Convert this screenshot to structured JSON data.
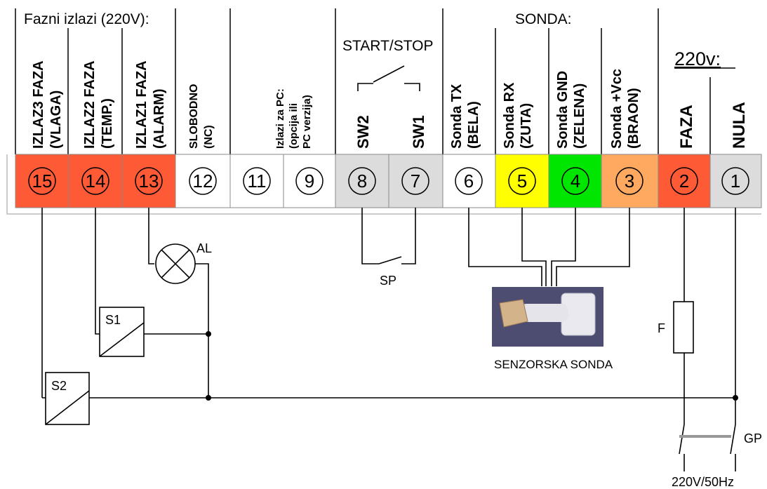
{
  "headers": {
    "fazni": "Fazni izlazi (220V):",
    "start_stop": "START/STOP",
    "sonda": "SONDA:",
    "napon": "220v:"
  },
  "columns": [
    {
      "line1": "IZLAZ3 FAZA",
      "line2": "(VLAGA)"
    },
    {
      "line1": "IZLAZ2 FAZA",
      "line2": "(TEMP.)"
    },
    {
      "line1": "IZLAZ1 FAZA",
      "line2": "(ALARM)"
    },
    {
      "line1": "SLOBODNO",
      "line2": "(NC)"
    },
    {
      "line1": "Izlazi za PC:",
      "line2": "(opcija ili",
      "line3": "PC verzija)"
    },
    {
      "line1": "SW2"
    },
    {
      "line1": "SW1"
    },
    {
      "line1": "Sonda TX",
      "line2": "(BELA)"
    },
    {
      "line1": "Sonda RX",
      "line2": "(ZUTA)"
    },
    {
      "line1": "Sonda GND",
      "line2": "(ZELENA)"
    },
    {
      "line1": "Sonda +Vcc",
      "line2": "(BRAON)"
    },
    {
      "line1": "FAZA"
    },
    {
      "line1": "NULA"
    }
  ],
  "terminals": [
    {
      "num": "15",
      "color": "#ff5a36"
    },
    {
      "num": "14",
      "color": "#ff5a36"
    },
    {
      "num": "13",
      "color": "#ff5a36"
    },
    {
      "num": "12",
      "color": "#ffffff"
    },
    {
      "num": "11",
      "color": "#ffffff"
    },
    {
      "num": "9",
      "color": "#ffffff"
    },
    {
      "num": "8",
      "color": "#dcdcdc"
    },
    {
      "num": "7",
      "color": "#dcdcdc"
    },
    {
      "num": "6",
      "color": "#ffffff"
    },
    {
      "num": "5",
      "color": "#ffff00"
    },
    {
      "num": "4",
      "color": "#00e600"
    },
    {
      "num": "3",
      "color": "#ffa860"
    },
    {
      "num": "2",
      "color": "#ff5a36"
    },
    {
      "num": "1",
      "color": "#dcdcdc"
    }
  ],
  "labels": {
    "alarm": "AL",
    "switch_sp": "SP",
    "s1": "S1",
    "s2": "S2",
    "fuse": "F",
    "main_switch": "GP",
    "probe": "SENZORSKA SONDA",
    "mains": "220V/50Hz"
  }
}
